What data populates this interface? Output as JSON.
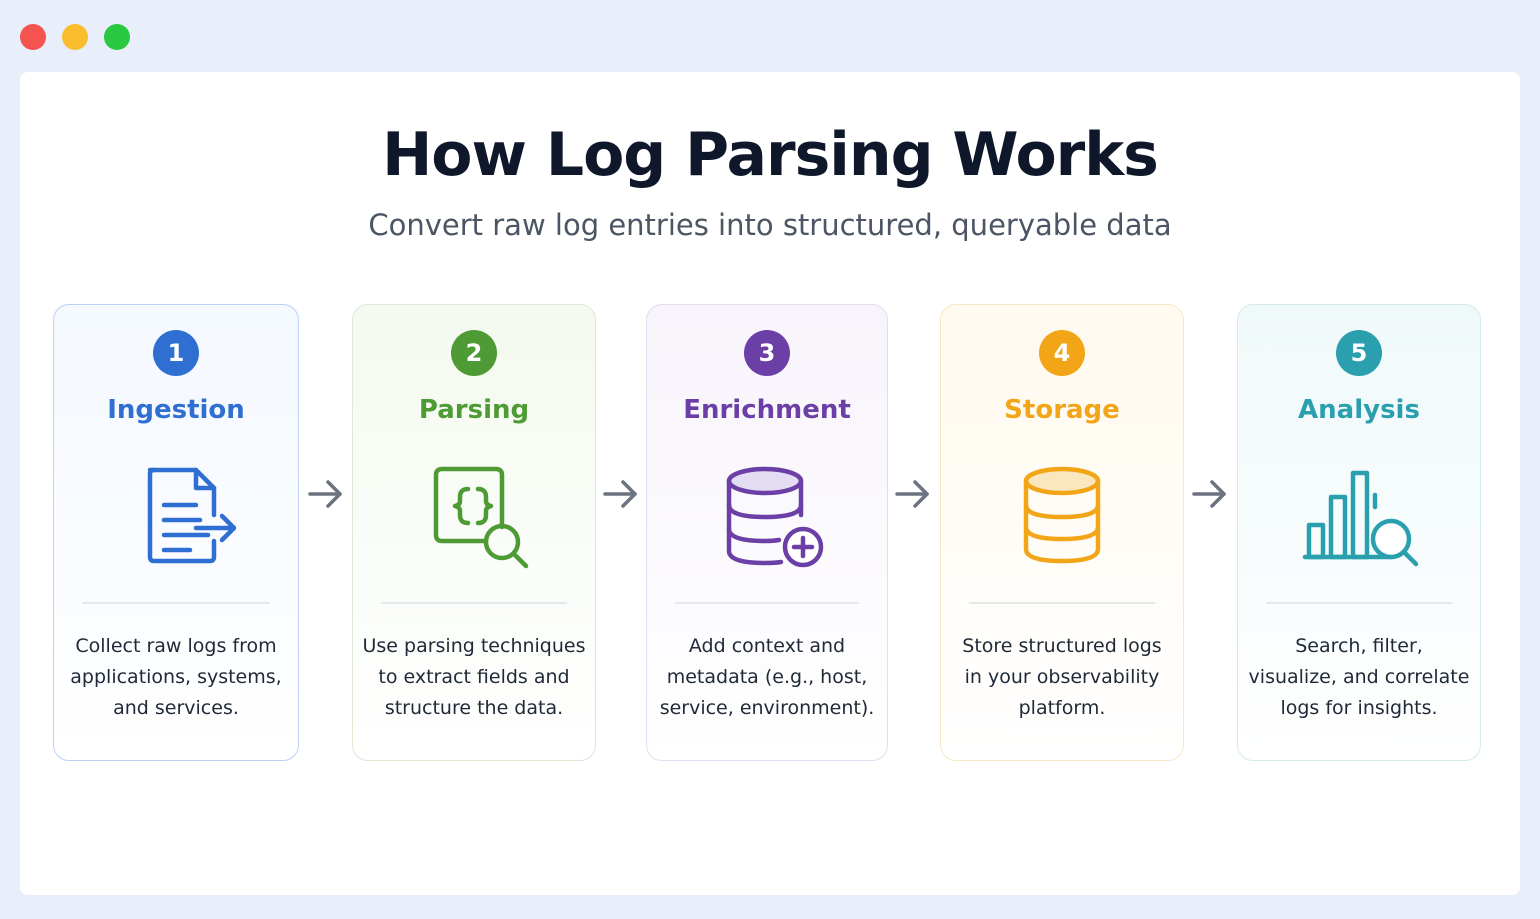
{
  "window": {
    "controls": [
      "close",
      "minimize",
      "maximize"
    ]
  },
  "header": {
    "title": "How Log Parsing Works",
    "subtitle": "Convert raw log entries into structured, queryable data"
  },
  "steps": [
    {
      "number": "1",
      "title": "Ingestion",
      "icon": "document-arrow-icon",
      "color": "#2f6fd1",
      "desc": [
        "Collect raw logs from",
        "applications, systems,",
        "and services."
      ]
    },
    {
      "number": "2",
      "title": "Parsing",
      "icon": "braces-search-icon",
      "color": "#4e9a34",
      "desc": [
        "Use parsing techniques",
        "to extract fields and",
        "structure the data."
      ]
    },
    {
      "number": "3",
      "title": "Enrichment",
      "icon": "database-plus-icon",
      "color": "#6b3fa6",
      "desc": [
        "Add context and",
        "metadata (e.g., host,",
        "service, environment)."
      ]
    },
    {
      "number": "4",
      "title": "Storage",
      "icon": "database-icon",
      "color": "#f2a516",
      "desc": [
        "Store structured logs",
        "in your observability",
        "platform."
      ]
    },
    {
      "number": "5",
      "title": "Analysis",
      "icon": "bar-chart-search-icon",
      "color": "#2a9fad",
      "desc": [
        "Search, filter,",
        "visualize, and correlate",
        "logs for insights."
      ]
    }
  ],
  "colors": {
    "background": "#e9eefb",
    "title": "#0f172a",
    "subtitle": "#4b5563",
    "arrow": "#6b7280"
  }
}
